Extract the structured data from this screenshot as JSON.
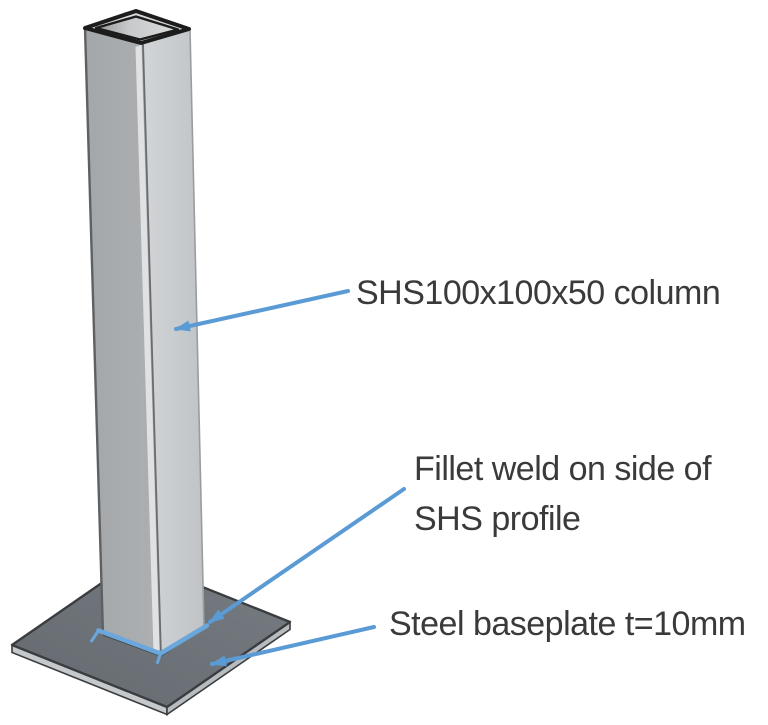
{
  "annotations": {
    "column_label": {
      "text": "SHS100x100x50 column"
    },
    "weld_label": {
      "line1": "Fillet weld on side of",
      "line2": "SHS profile"
    },
    "baseplate_label": {
      "text": "Steel baseplate t=10mm"
    }
  },
  "colors": {
    "background": "#ffffff",
    "leader_blue": "#5b9bd5",
    "weld_blue": "#6aa7dc",
    "label_text": "#3a3a3a",
    "plate_top_dark": "#646a6f",
    "plate_top_light": "#767c81",
    "plate_side_left": "#c6c9cc",
    "plate_side_right": "#b9bcbf",
    "column_left_face": "#adb0b2",
    "column_right_light": "#d2d5d7",
    "column_right_dark": "#c0c3c6",
    "column_highlight": "#e5e7e8",
    "rim_fill": "#d7d9da",
    "inner_dark": "#96999b",
    "inner_light": "#d8dadb",
    "outline_dark": "#1c1c1c",
    "edge_dark": "#5e6163",
    "edge_mid": "#6a6d6f",
    "edge_light": "#9a9d9f",
    "plate_outline": "#3a3d40"
  }
}
